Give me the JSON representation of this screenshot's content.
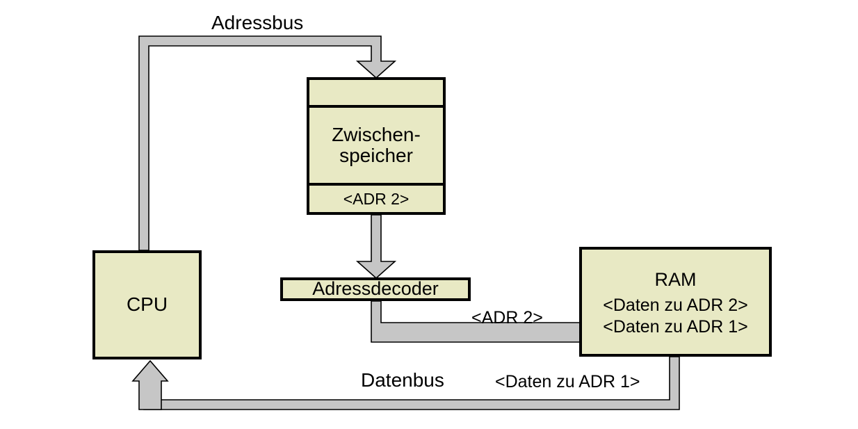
{
  "diagram": {
    "title": "CPU / Zwischenspeicher / Adressdecoder / RAM Bus-Diagramm",
    "colors": {
      "box_fill": "#e8e9c4",
      "box_border": "#000000",
      "bus_fill": "#c6c6c6",
      "bus_outline": "#000000",
      "background": "#ffffff"
    }
  },
  "nodes": {
    "cpu": {
      "label": "CPU"
    },
    "zwischenspeicher": {
      "cell_top": "",
      "cell_middle": "Zwischen-\nspeicher",
      "cell_bottom": "<ADR 2>"
    },
    "adressdecoder": {
      "label": "Adressdecoder"
    },
    "ram": {
      "title": "RAM",
      "rows": [
        "<Daten zu ADR 2>",
        "<Daten zu ADR 1>"
      ]
    }
  },
  "buses": {
    "adressbus": {
      "label": "Adressbus",
      "from": "CPU",
      "to": "Zwischenspeicher"
    },
    "zwischenspeicher_to_decoder": {
      "label": "",
      "from": "Zwischenspeicher",
      "to": "Adressdecoder"
    },
    "decoder_to_ram": {
      "label": "<ADR 2>",
      "from": "Adressdecoder",
      "to": "RAM"
    },
    "datenbus": {
      "label": "Datenbus",
      "payload": "<Daten zu ADR 1>",
      "from": "RAM",
      "to": "CPU"
    }
  }
}
